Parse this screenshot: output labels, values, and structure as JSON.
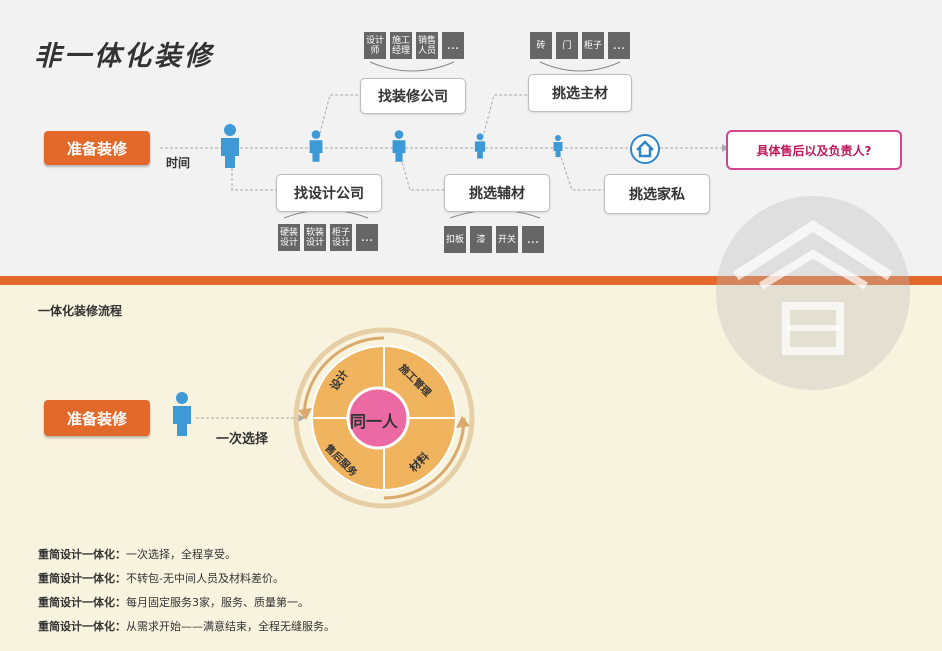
{
  "top": {
    "title": "非一体化装修",
    "start_label": "准备装修",
    "time_label": "时间",
    "boxes": {
      "find_company": "找装修公司",
      "find_designer": "找设计公司",
      "choose_main": "挑选主材",
      "choose_aux": "挑选辅材",
      "choose_furniture": "挑选家私",
      "end": "具体售后以及负责人?"
    },
    "tags_company": [
      "设计师",
      "施工经理",
      "销售人员",
      "..."
    ],
    "tags_designer": [
      "硬装设计",
      "软装设计",
      "柜子设计",
      "..."
    ],
    "tags_main": [
      "砖",
      "门",
      "柜子",
      "..."
    ],
    "tags_aux": [
      "扣板",
      "漆",
      "开关",
      "..."
    ]
  },
  "bottom": {
    "heading": "一体化装修流程",
    "start_label": "准备装修",
    "choice_label": "一次选择",
    "center": "同一人",
    "quadrants": [
      "设计",
      "施工管理",
      "售后服务",
      "材料"
    ],
    "notes": [
      {
        "bold": "重简设计一体化：",
        "text": "一次选择，全程享受。"
      },
      {
        "bold": "重简设计一体化：",
        "text": "不转包-无中间人员及材料差价。"
      },
      {
        "bold": "重简设计一体化：",
        "text": "每月固定服务3家，服务、质量第一。"
      },
      {
        "bold": "重简设计一体化：",
        "text": "从需求开始——满意结束，全程无缝服务。"
      }
    ]
  },
  "colors": {
    "accent": "#e2692a",
    "pink": "#d6448b",
    "person": "#3d9ad6",
    "quadrant": "#f0b35e",
    "center": "#ec6aa3"
  }
}
